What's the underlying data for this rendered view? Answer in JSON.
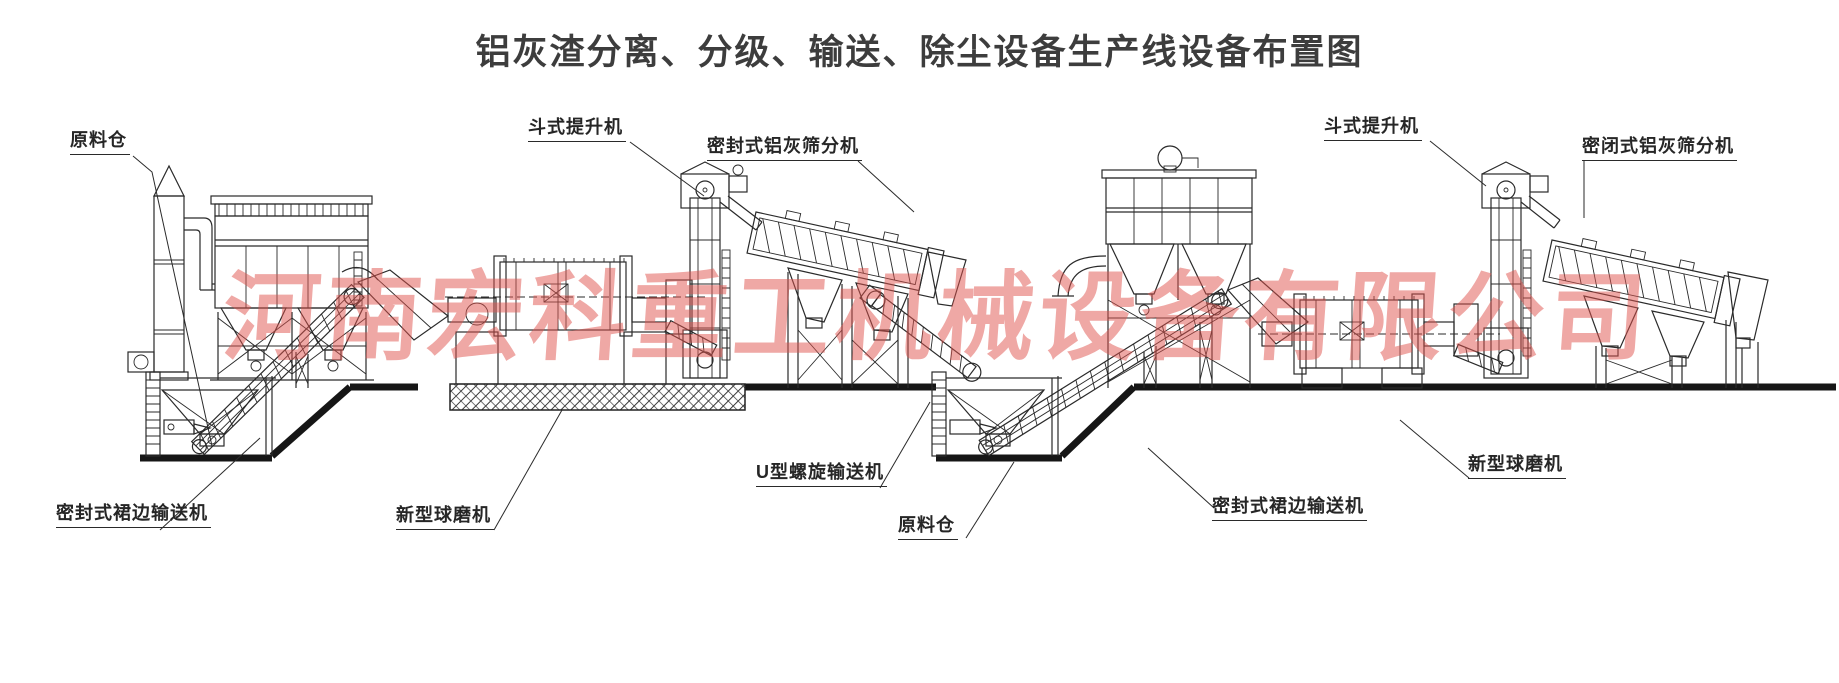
{
  "title": "铝灰渣分离、分级、输送、除尘设备生产线设备布置图",
  "watermark": "河南宏科重工机械设备有限公司",
  "colors": {
    "line": "#2a2a2a",
    "ground": "#161616",
    "watermark_red": "#e0524c",
    "label_text": "#262626",
    "title_text": "#3d3d3d"
  },
  "labels": [
    {
      "id": "raw-material-bin-left",
      "text": "原料仓"
    },
    {
      "id": "bucket-elevator-left",
      "text": "斗式提升机"
    },
    {
      "id": "sealed-ash-screener-left",
      "text": "密封式铝灰筛分机"
    },
    {
      "id": "bucket-elevator-right",
      "text": "斗式提升机"
    },
    {
      "id": "enclosed-ash-screener-right",
      "text": "密闭式铝灰筛分机"
    },
    {
      "id": "sealed-skirt-conveyor-left",
      "text": "密封式裙边输送机"
    },
    {
      "id": "ball-mill-left",
      "text": "新型球磨机"
    },
    {
      "id": "u-screw-conveyor",
      "text": "U型螺旋输送机"
    },
    {
      "id": "raw-material-bin-middle",
      "text": "原料仓"
    },
    {
      "id": "sealed-skirt-conveyor-right",
      "text": "密封式裙边输送机"
    },
    {
      "id": "ball-mill-right",
      "text": "新型球磨机"
    }
  ]
}
